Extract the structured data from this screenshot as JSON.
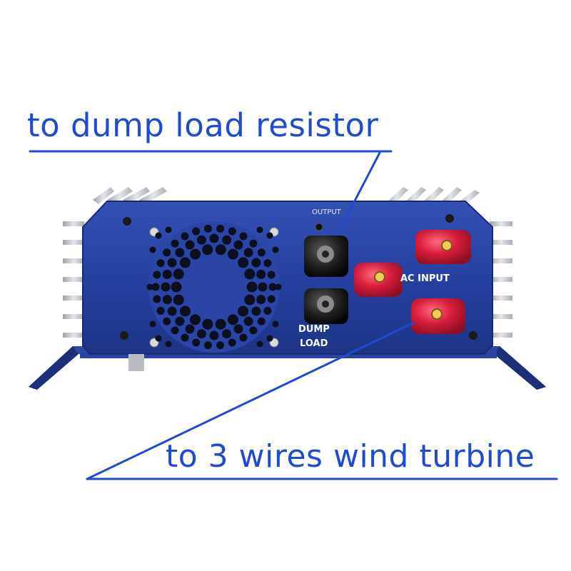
{
  "annotations": {
    "top_caption": "to dump load resistor",
    "bottom_caption": "to 3 wires wind turbine"
  },
  "panel": {
    "output_label": "OUTPUT",
    "ac_input_label": "AC INPUT",
    "dump_label": "DUMP",
    "load_label": "LOAD"
  },
  "colors": {
    "annotation_blue": "#1f4bd0",
    "housing_blue": "#243f9e",
    "terminal_red": "#d4203c",
    "terminal_black": "#1c1c1c",
    "heatsink_silver": "#c9ccd2"
  }
}
